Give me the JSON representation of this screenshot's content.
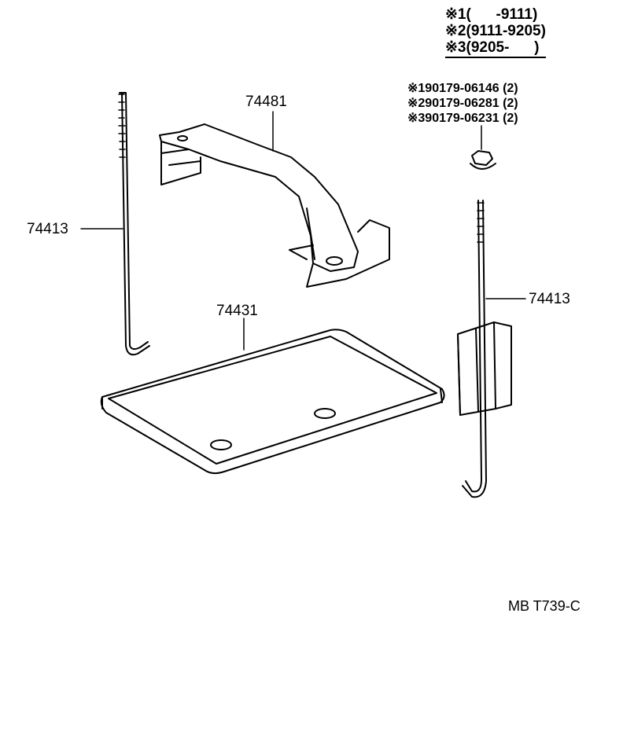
{
  "legend": {
    "rows": [
      "※1(      -9111)",
      "※2(9111-9205)",
      "※3(9205-      )"
    ]
  },
  "part_numbers": [
    "※190179-06146 (2)",
    "※290179-06281 (2)",
    "※390179-06231 (2)"
  ],
  "labels": {
    "rod_left": "74413",
    "bracket": "74481",
    "tray": "74431",
    "rod_right": "74413"
  },
  "diagram_code": "MB T739-C"
}
